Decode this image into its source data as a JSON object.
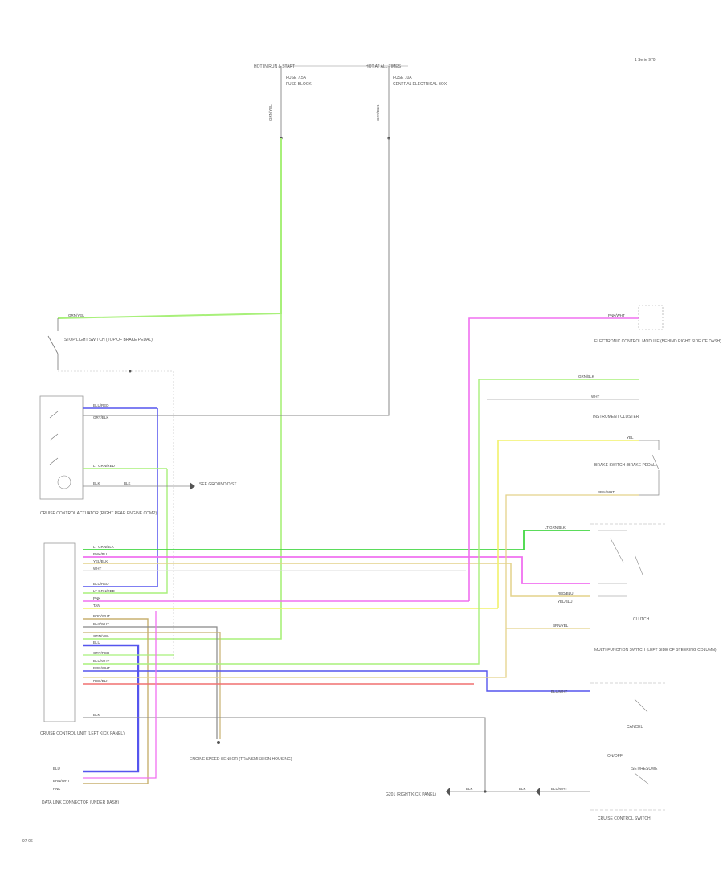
{
  "page": {
    "top_right_label": "1 Serie 970",
    "bottom_left_label": "97-06"
  },
  "top_fuses": {
    "left_hot": "HOT IN RUN & START",
    "right_hot": "HOT AT ALL TIMES",
    "left_fuse": "FUSE 7.5A",
    "right_fuse": "FUSE 10A",
    "left_block": "FUSE BLOCK",
    "right_block": "CENTRAL ELECTRICAL BOX",
    "left_wire": "GRN/YEL",
    "right_wire": "GRY/BLK"
  },
  "components": {
    "stop_switch": "STOP LIGHT SWITCH (TOP OF BRAKE PEDAL)",
    "cc_unit_top": "CRUISE CONTROL ACTUATOR (RIGHT REAR ENGINE COMP)",
    "ground_ref": "SEE GROUND DIST",
    "cc_unit_main": "CRUISE CONTROL UNIT (LEFT KICK PANEL)",
    "data_link": "DATA LINK CONNECTOR (UNDER DASH)",
    "speed_sensor": "ENGINE SPEED SENSOR (TRANSMISSION HOUSING)",
    "ground_point": "G201 (RIGHT KICK PANEL)",
    "ice_box": "ELECTRONIC CONTROL MODULE (BEHIND RIGHT SIDE OF DASH)",
    "instr_cluster": "INSTRUMENT CLUSTER",
    "brake_sw": "BRAKE SWITCH (BRAKE PEDAL)",
    "clutch": "CLUTCH",
    "multi_func": "MULTI-FUNCTION SWITCH (LEFT SIDE OF STEERING COLUMN)",
    "set_resume": "SET/RESUME",
    "cancel": "CANCEL",
    "on_off": "ON/OFF",
    "cruise_switch": "CRUISE CONTROL SWITCH"
  },
  "wires": {
    "top_green": "GRN/YEL",
    "cc_blu": "BLU/RED",
    "cc_gry": "GRY/BLK",
    "cc_grnred": "LT GRN/RED",
    "cc_blk": "BLK",
    "cc_blk2": "BLK",
    "mid_ltgrn": "LT GRN/BLK",
    "mid_pink": "PNK/BLU",
    "mid_yel": "YEL/BLK",
    "mid_wht": "WHT",
    "mid_blu": "BLU/RED",
    "mid_ltgrn2": "LT GRN/RED",
    "mid_pink2": "PNK",
    "mid_tan": "TAN",
    "mid_brn": "BRN/WHT",
    "mid_blk": "BLK/WHT",
    "mid_grn": "GRN/YEL",
    "mid_blu2": "BLU",
    "mid_gry": "GRY/RED",
    "mid_brn2": "BLU/WHT",
    "mid_brnblk": "BRN/WHT",
    "mid_red": "RED/BLK",
    "mid_blk3": "BLK",
    "dlc_blu": "BLU",
    "dlc_brn": "BRN/WHT",
    "dlc_pnk": "PNK",
    "right_pnk": "PNK/WHT",
    "right_grn": "GRN/BLK",
    "right_wht": "WHT",
    "right_yel": "YEL",
    "right_brn": "BRN/WHT",
    "right_ltgrn": "LT GRN/BLK",
    "right_red": "RED/BLU",
    "right_yel2": "YEL/BLU",
    "right_brn2": "BRN/YEL",
    "right_blu": "BLU/WHT",
    "bot_blk": "BLK",
    "bot_blk2": "BLK",
    "bot_blu": "BLU/WHT"
  },
  "colors": {
    "green": "#a8f07a",
    "lt_green": "#44d844",
    "blue": "#5555ee",
    "pink": "#f070f0",
    "yellow": "#f2f26a",
    "tan": "#e4d28a",
    "red": "#f07070",
    "gray": "#9a9a9a",
    "brown": "#c8b070"
  }
}
